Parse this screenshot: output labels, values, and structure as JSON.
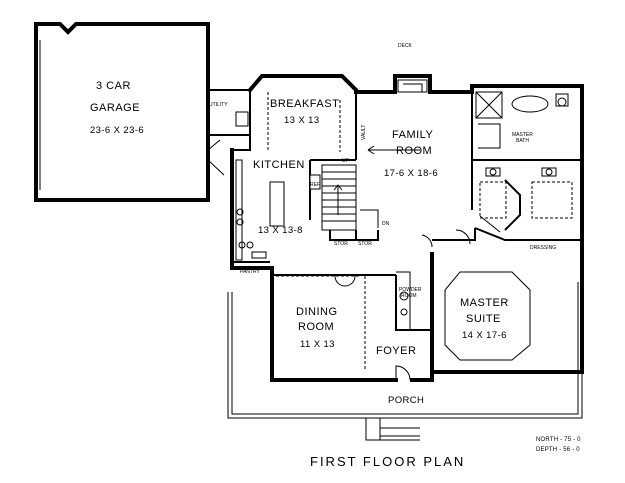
{
  "plan": {
    "title": "FIRST FLOOR PLAN",
    "notes": [
      "NORTH - 75 - 0",
      "DEPTH - 56 - 0"
    ],
    "rooms": {
      "garage": {
        "name_line1": "3 CAR",
        "name_line2": "GARAGE",
        "size": "23-6 X 23-6"
      },
      "utility": {
        "name": "UTILITY"
      },
      "breakfast": {
        "name": "BREAKFAST",
        "size": "13 X 13"
      },
      "kitchen": {
        "name": "KITCHEN",
        "size": "13 X 13-8"
      },
      "pantry": {
        "name": "PANTRY"
      },
      "family": {
        "name_line1": "FAMILY",
        "name_line2": "ROOM",
        "size": "17-6 X 18-6"
      },
      "deck": {
        "name": "DECK"
      },
      "vault": {
        "name": "VAULT"
      },
      "master_bath": {
        "name_line1": "MASTER",
        "name_line2": "BATH"
      },
      "dressing": {
        "name": "DRESSING"
      },
      "master_suite": {
        "name_line1": "MASTER",
        "name_line2": "SUITE",
        "size": "14 X 17-6"
      },
      "dining": {
        "name_line1": "DINING",
        "name_line2": "ROOM",
        "size": "11 X 13"
      },
      "powder": {
        "name_line1": "POWDER",
        "name_line2": "ROOM"
      },
      "foyer": {
        "name": "FOYER"
      },
      "porch": {
        "name": "PORCH"
      },
      "stor1": {
        "name": "STOR"
      },
      "stor2": {
        "name": "STOR"
      },
      "ref": {
        "name": "REF"
      },
      "up": {
        "name": "UP"
      },
      "dn": {
        "name": "DN"
      }
    }
  }
}
